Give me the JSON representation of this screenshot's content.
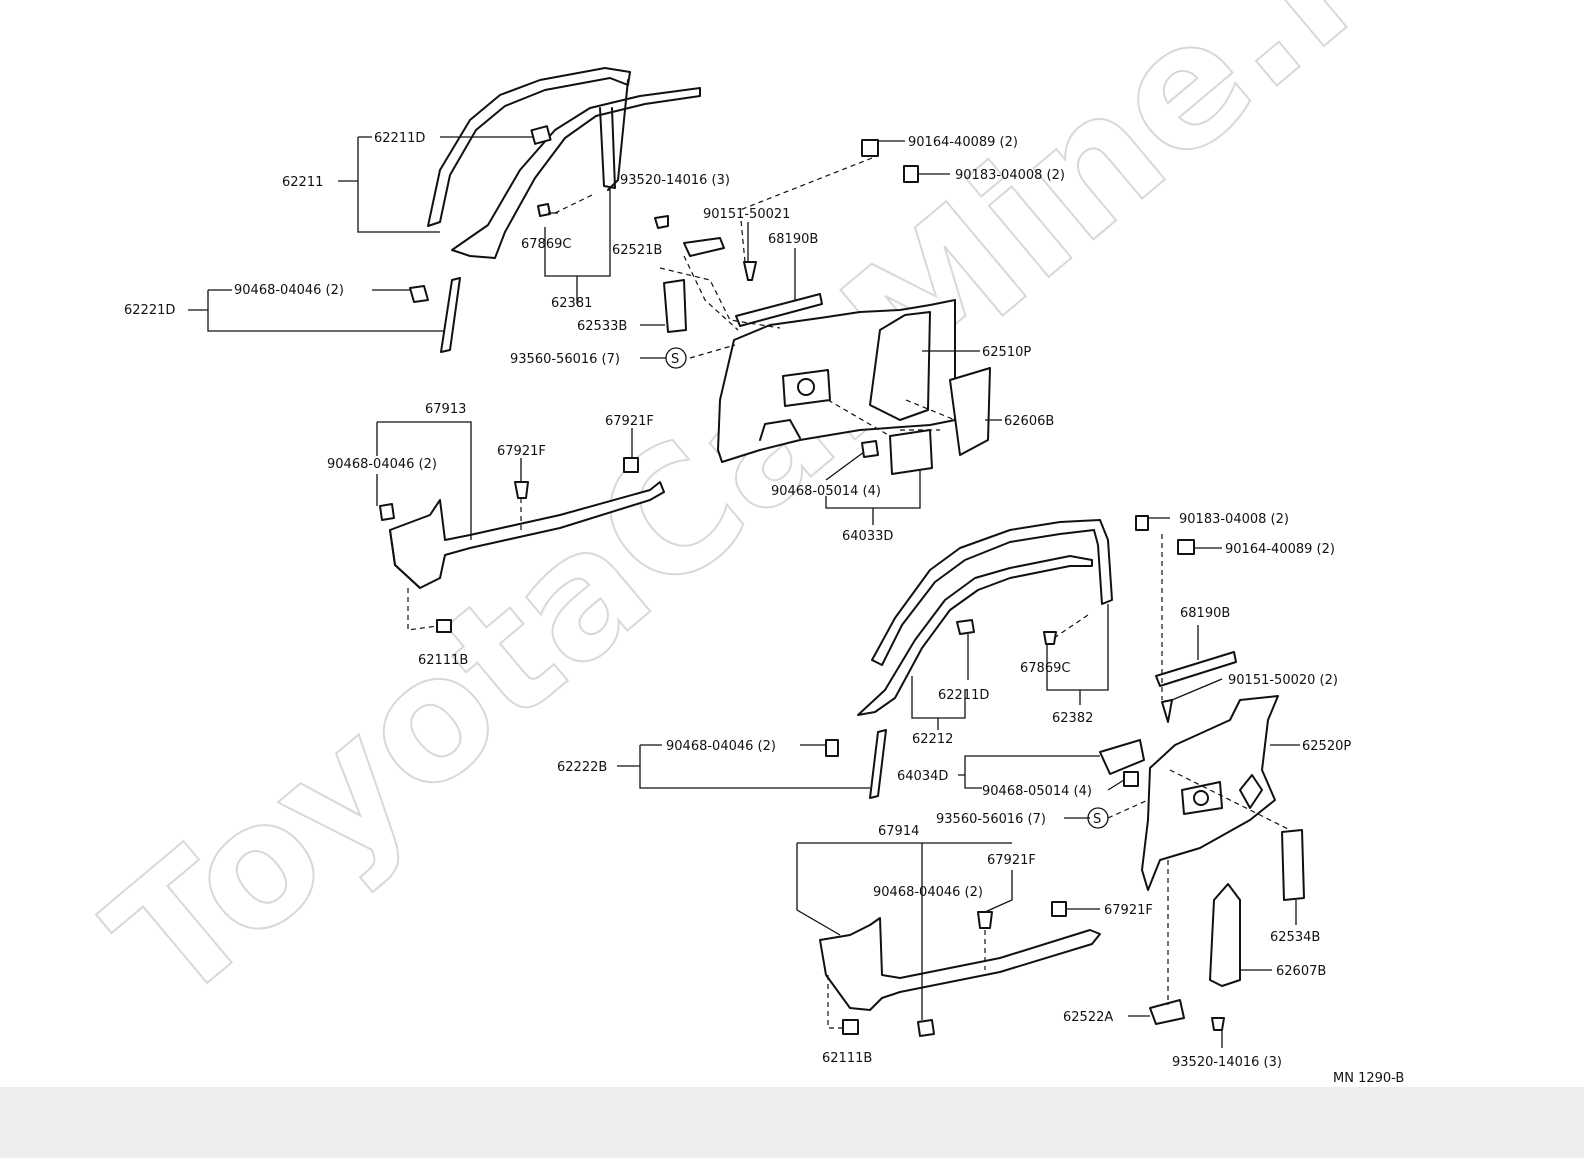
{
  "watermark": "ToyotaCarMine.ru",
  "diagram_code": "MN 1290-B",
  "colors": {
    "line": "#111111",
    "watermark": "#d8d8d8",
    "footer": "#eeeeee"
  },
  "labels": {
    "l_62211D_a": "62211D",
    "l_62211": "62211",
    "l_93520_a": "93520-14016 (3)",
    "l_67869C_a": "67869C",
    "l_62381": "62381",
    "l_90164_a": "90164-40089 (2)",
    "l_90183_a": "90183-04008 (2)",
    "l_90151_a": "90151-50021",
    "l_62521B": "62521B",
    "l_68190B_a": "68190B",
    "l_62533B": "62533B",
    "l_90468_04046_a": "90468-04046 (2)",
    "l_62221D": "62221D",
    "l_93560_a": "93560-56016 (7)",
    "l_62510P": "62510P",
    "l_62606B": "62606B",
    "l_67913": "67913",
    "l_67921F_a": "67921F",
    "l_90468_04046_b": "90468-04046 (2)",
    "l_67921F_b": "67921F",
    "l_90468_05014_a": "90468-05014 (4)",
    "l_64033D": "64033D",
    "l_62111B_a": "62111B",
    "l_90183_b": "90183-04008 (2)",
    "l_90164_b": "90164-40089 (2)",
    "l_68190B_b": "68190B",
    "l_67869C_b": "67869C",
    "l_62211D_b": "62211D",
    "l_62382": "62382",
    "l_90151_b": "90151-50020 (2)",
    "l_62212": "62212",
    "l_90468_04046_c": "90468-04046 (2)",
    "l_62222B": "62222B",
    "l_62520P": "62520P",
    "l_64034D": "64034D",
    "l_90468_05014_b": "90468-05014 (4)",
    "l_93560_b": "93560-56016 (7)",
    "l_67914": "67914",
    "l_67921F_c": "67921F",
    "l_90468_04046_d": "90468-04046 (2)",
    "l_67921F_d": "67921F",
    "l_62534B": "62534B",
    "l_62607B": "62607B",
    "l_62522A": "62522A",
    "l_62111B_b": "62111B",
    "l_93520_b": "93520-14016 (3)",
    "s_symbol_a": "S",
    "s_symbol_b": "S"
  }
}
